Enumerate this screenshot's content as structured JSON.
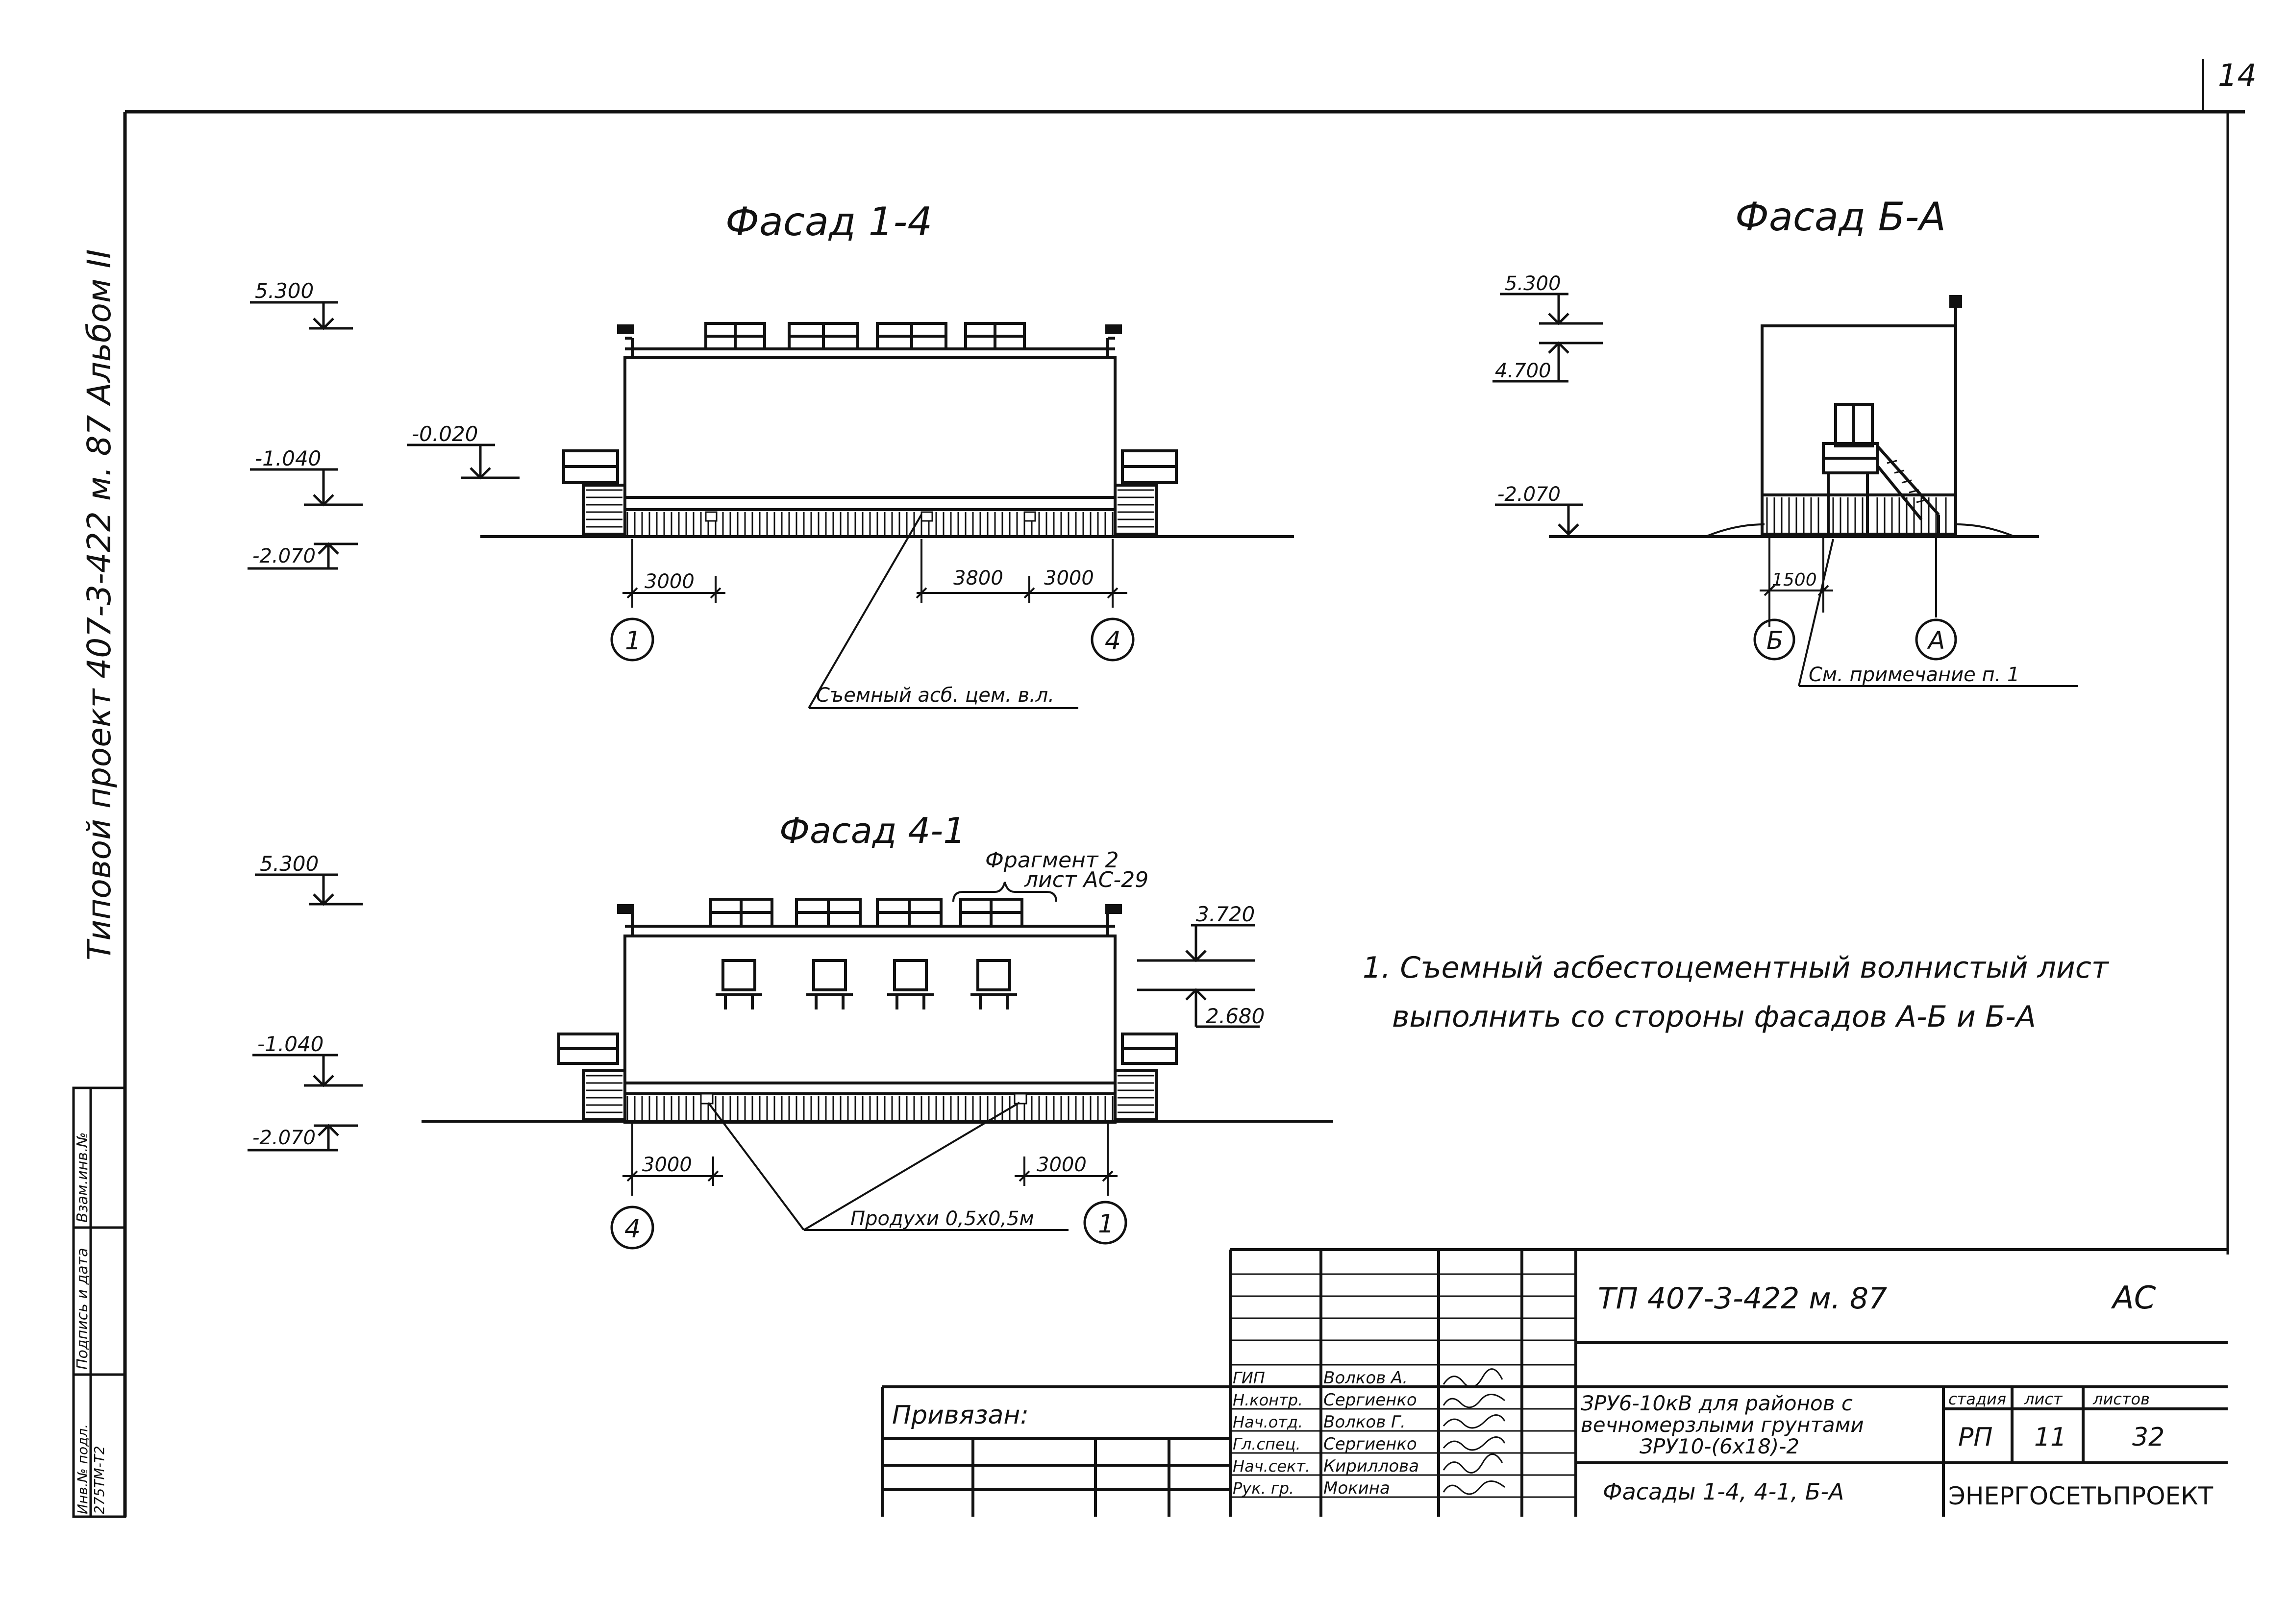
{
  "sheet": {
    "page_number": "14",
    "side_text": "Типовой проект 407-3-422 м. 87     Альбом II"
  },
  "views": {
    "facade_1_4": {
      "title": "Фасад 1-4",
      "levels": [
        "5.300",
        "-1.040",
        "-0.020",
        "-2.070"
      ],
      "dims": [
        "3000",
        "3800",
        "3000"
      ],
      "axes": [
        "1",
        "4"
      ],
      "callout": "Съемный асб. цем. в.л."
    },
    "facade_b_a": {
      "title": "Фасад Б-А",
      "levels": [
        "5.300",
        "4.700",
        "-2.070"
      ],
      "dims": [
        "1500"
      ],
      "axes": [
        "Б",
        "А"
      ],
      "callout": "См. примечание п. 1"
    },
    "facade_4_1": {
      "title": "Фасад 4-1",
      "fragment_label": "Фрагмент 2",
      "fragment_sheet": "лист АС-29",
      "levels": [
        "5.300",
        "-1.040",
        "-2.070",
        "3.720",
        "2.680"
      ],
      "dims": [
        "3000",
        "3000"
      ],
      "axes": [
        "4",
        "1"
      ],
      "callout": "Продухи 0,5х0,5м"
    }
  },
  "note": {
    "line1": "1. Съемный асбестоцементный волнистый лист",
    "line2": "выполнить со стороны фасадов А-Б и Б-А"
  },
  "left_stamp": {
    "col1": "Взам.инв.№",
    "col2": "Подпись и дата",
    "col3": "Инв.№ подл.",
    "col3_value": "275ТМ-Т2"
  },
  "title_block": {
    "code": "ТП   407-3-422 м. 87",
    "mark": "АС",
    "privyazan": "Привязан:",
    "roles": [
      "ГИП",
      "Н.контр.",
      "Нач.отд.",
      "Гл.спец.",
      "Нач.сект.",
      "Рук. гр."
    ],
    "names": [
      "Волков А.",
      "Сергиенко",
      "Волков Г.",
      "Сергиенко",
      "Кириллова",
      "Мокина"
    ],
    "project_title_1": "ЗРУ6-10кВ для районов с",
    "project_title_2": "вечномерзлыми грунтами",
    "project_title_3": "ЗРУ10-(6х18)-2",
    "sheet_title": "Фасады 1-4, 4-1, Б-А",
    "h_stage": "стадия",
    "h_sheet": "лист",
    "h_sheets": "листов",
    "stage": "РП",
    "sheet_no": "11",
    "sheets_total": "32",
    "org": "ЭНЕРГОСЕТЬПРОЕКТ"
  }
}
